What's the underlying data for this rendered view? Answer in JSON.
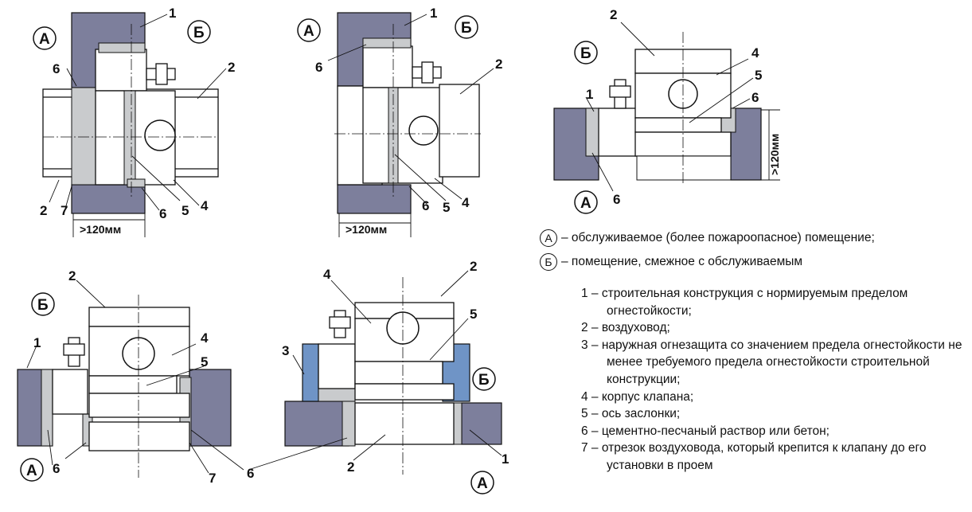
{
  "labels": {
    "room_a": "А",
    "room_b": "Б",
    "dim_120": ">120мм",
    "dim_120_vertical": ">120мм",
    "n1": "1",
    "n2": "2",
    "n3": "3",
    "n4": "4",
    "n5": "5",
    "n6": "6",
    "n7": "7"
  },
  "legend": {
    "room_a_key": "А",
    "room_a_text": "– обслуживаемое (более пожароопасное) помещение;",
    "room_b_key": "Б",
    "room_b_text": "– помещение, смежное с обслуживаемым",
    "items": [
      "1 – строительная конструкция с нормируемым пределом огнестойкости;",
      "2 – воздуховод;",
      "3 – наружная огнезащита со значением предела огнестойкости не менее требуемого предела огнестойкости строительной конструкции;",
      "4 – корпус клапана;",
      "5 – ось заслонки;",
      "6 – цементно-песчаный раствор или бетон;",
      "7 – отрезок воздуховода, который крепится к клапану до его установки в проем"
    ]
  },
  "colors": {
    "wall": "#7d7f9c",
    "mortar": "#c9cbcd",
    "fire_protection": "#6f94c6",
    "line": "#111111",
    "duct": "#ffffff"
  }
}
